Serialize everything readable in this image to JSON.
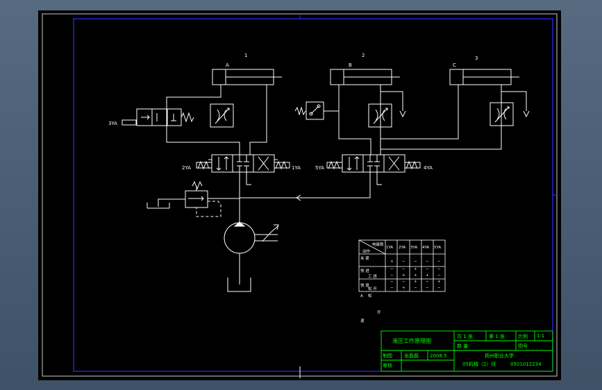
{
  "colors": {
    "background": "#44566b",
    "canvas": "#000000",
    "frame": "#2020ff",
    "line": "#ffffff",
    "title_block": "#00ff00",
    "label": "#ffff00"
  },
  "cylinders": {
    "c1": "1",
    "c2": "2",
    "c3": "3"
  },
  "ports": {
    "p1": "A",
    "p2": "B",
    "p3": "C"
  },
  "solenoids": {
    "s1": "3YA",
    "s2": "2YA",
    "s3": "1YA",
    "s4": "5YA",
    "s5": "4YA"
  },
  "table": {
    "head_a": "电磁铁",
    "head_b": "动作",
    "cols": [
      "1YA",
      "2YA",
      "3YA",
      "4YA",
      "5YA"
    ],
    "rows": [
      {
        "label": "夹 紧",
        "cells": [
          "+",
          "−",
          "−",
          "−",
          "−"
        ]
      },
      {
        "label": "快 进",
        "cells": [
          "−",
          "−",
          "+",
          "−",
          "−"
        ]
      },
      {
        "label": "工 进",
        "cells": [
          "−",
          "+",
          "+",
          "+",
          "−"
        ]
      },
      {
        "label": "快 退",
        "cells": [
          "−",
          "−",
          "+",
          "−",
          "+"
        ]
      },
      {
        "label": "松 开",
        "cells": [
          "−",
          "+",
          "−",
          "−",
          "−"
        ]
      }
    ],
    "extra": {
      "l1": "A",
      "l2": "松",
      "l3": "开",
      "l4": "退"
    }
  },
  "title_block": {
    "title": "液压工作原理图",
    "total_sheets": "共 1 张",
    "sheet_no": "第 1 张",
    "scale_label": "比例",
    "scale": "1:1",
    "quantity": "数  量",
    "drawing_no": "图号",
    "drawn_label": "制图",
    "drawn_by": "张磊磊",
    "date": "2008.5",
    "school": "扬州职业大学",
    "reviewed_label": "审核",
    "class": "05机械（2）班",
    "student_id": "0501012234"
  }
}
